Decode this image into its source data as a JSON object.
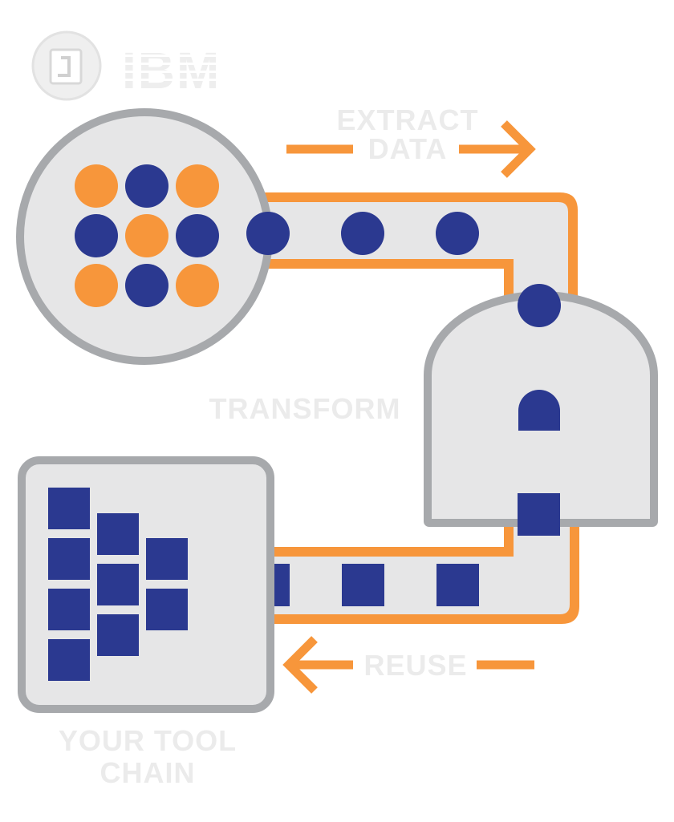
{
  "logo": {
    "brand_text": "IBM",
    "badge_icon": "file-bracket-icon"
  },
  "labels": {
    "extract_line1": "EXTRACT",
    "extract_line2": "DATA",
    "transform": "TRANSFORM",
    "reuse": "REUSE",
    "toolchain_line1": "YOUR TOOL",
    "toolchain_line2": "CHAIN"
  },
  "colors": {
    "orange": "#f7963b",
    "navy": "#2b3990",
    "gray_fill": "#e6e6e7",
    "gray_stroke": "#a7a9ac",
    "label_text": "#ebebeb"
  },
  "icons": {
    "extract_arrow": "arrow-right-icon",
    "reuse_arrow": "arrow-left-icon"
  }
}
